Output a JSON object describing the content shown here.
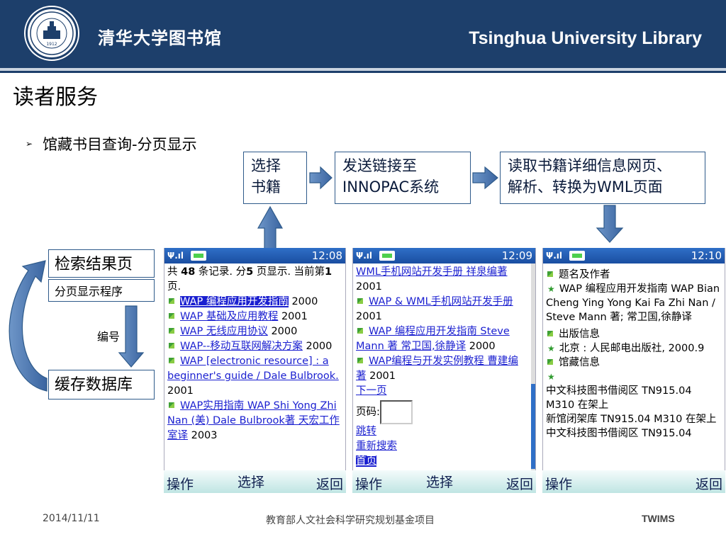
{
  "header": {
    "title_cn": "清华大学图书馆",
    "title_en": "Tsinghua University Library",
    "logo_year": "1912"
  },
  "slide": {
    "title": "读者服务",
    "bullet": "馆藏书目查询-分页显示"
  },
  "flow": {
    "box1": [
      "选择",
      "书籍"
    ],
    "box2": [
      "发送链接至",
      "INNOPAC系统"
    ],
    "box3": [
      "读取书籍详细信息网页、",
      "解析、转换为WML页面"
    ]
  },
  "side": {
    "results_page": "检索结果页",
    "paging_program": "分页显示程序",
    "number_label": "编号",
    "cache_db": "缓存数据库"
  },
  "phone1": {
    "time": "12:08",
    "summary_a": "共 ",
    "summary_count": "48",
    "summary_b": " 条记录. 分",
    "summary_pages": "5",
    "summary_c": " 页显示. 当前第",
    "summary_current": "1",
    "summary_d": " 页.",
    "items": [
      {
        "title": "WAP 编程应用开发指南",
        "year": "2000",
        "selected": true
      },
      {
        "title": "WAP 基础及应用教程",
        "year": "2001"
      },
      {
        "title": "WAP 无线应用协议",
        "year": "2000"
      },
      {
        "title": "WAP--移动互联网解决方案",
        "year": "2000"
      },
      {
        "title": "WAP [electronic resource] : a beginner's guide / Dale Bulbrook.",
        "year": "2001"
      },
      {
        "title": "WAP实用指南 WAP Shi Yong Zhi Nan (美) Dale Bulbrook著 天宏工作室译",
        "year": "2003"
      }
    ],
    "bar": {
      "left": "操作",
      "mid": "选择",
      "right": "返回"
    }
  },
  "phone2": {
    "time": "12:09",
    "top_item": {
      "title": "WML手机网站开发手册 祥泉编著",
      "year": "2001"
    },
    "items": [
      {
        "title": "WAP & WML手机网站开发手册",
        "year": "2001"
      },
      {
        "title": "WAP 编程应用开发指南 Steve Mann 著 常卫国,徐静译",
        "year": "2000"
      },
      {
        "title": "WAP编程与开发实例教程 曹建编著",
        "year": "2001"
      }
    ],
    "next_page": "下一页",
    "page_label": "页码:",
    "jump": "跳转",
    "new_search": "重新搜索",
    "home": "首页",
    "bar": {
      "left": "操作",
      "mid": "选择",
      "right": "返回"
    }
  },
  "phone3": {
    "time": "12:10",
    "h_title": "题名及作者",
    "title_text": "WAP 编程应用开发指南 WAP Bian Cheng Ying Yong Kai Fa Zhi Nan / Steve Mann 著; 常卫国,徐静译",
    "h_pub": "出版信息",
    "pub_text": "北京 : 人民邮电出版社, 2000.9",
    "h_holdings": "馆藏信息",
    "holdings": [
      "中文科技图书借阅区 TN915.04 M310 在架上",
      "新馆闭架库 TN915.04 M310 在架上",
      "中文科技图书借阅区 TN915.04"
    ],
    "bar": {
      "left": "操作",
      "right": "返回"
    }
  },
  "footer": {
    "date": "2014/11/11",
    "project": "教育部人文社会科学研究规划基金项目",
    "brand": "TWIMS"
  }
}
